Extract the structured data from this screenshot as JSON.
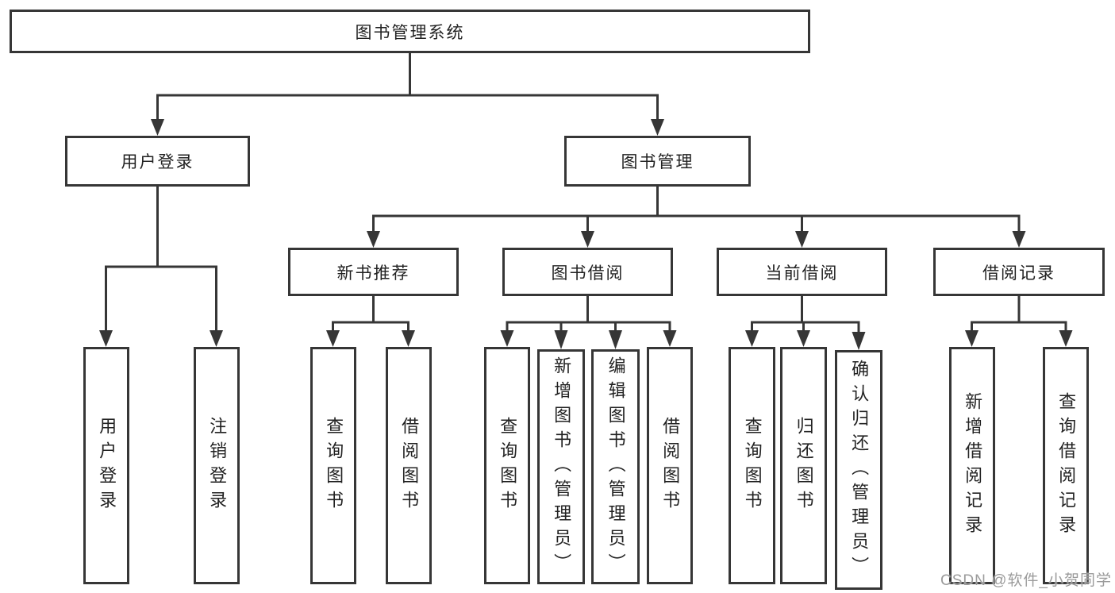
{
  "nodes": {
    "root": "图书管理系统",
    "user_login": "用户登录",
    "book_management": "图书管理",
    "new_book_recommend": "新书推荐",
    "book_borrow": "图书借阅",
    "current_borrow": "当前借阅",
    "borrow_records": "借阅记录",
    "leaves": {
      "user_login": [
        "用户登录",
        "注销登录"
      ],
      "new_book_recommend": [
        "查询图书",
        "借阅图书"
      ],
      "book_borrow": [
        "查询图书",
        "新增图书（管理员）",
        "编辑图书（管理员）",
        "借阅图书"
      ],
      "current_borrow": [
        "查询图书",
        "归还图书",
        "确认归还（管理员）"
      ],
      "borrow_records": [
        "新增借阅记录",
        "查询借阅记录"
      ]
    }
  },
  "watermark": "CSDN @软件_小贺同学",
  "colors": {
    "line": "#363636",
    "text": "#222222",
    "watermark": "#9b9b9b",
    "background": "#ffffff"
  }
}
